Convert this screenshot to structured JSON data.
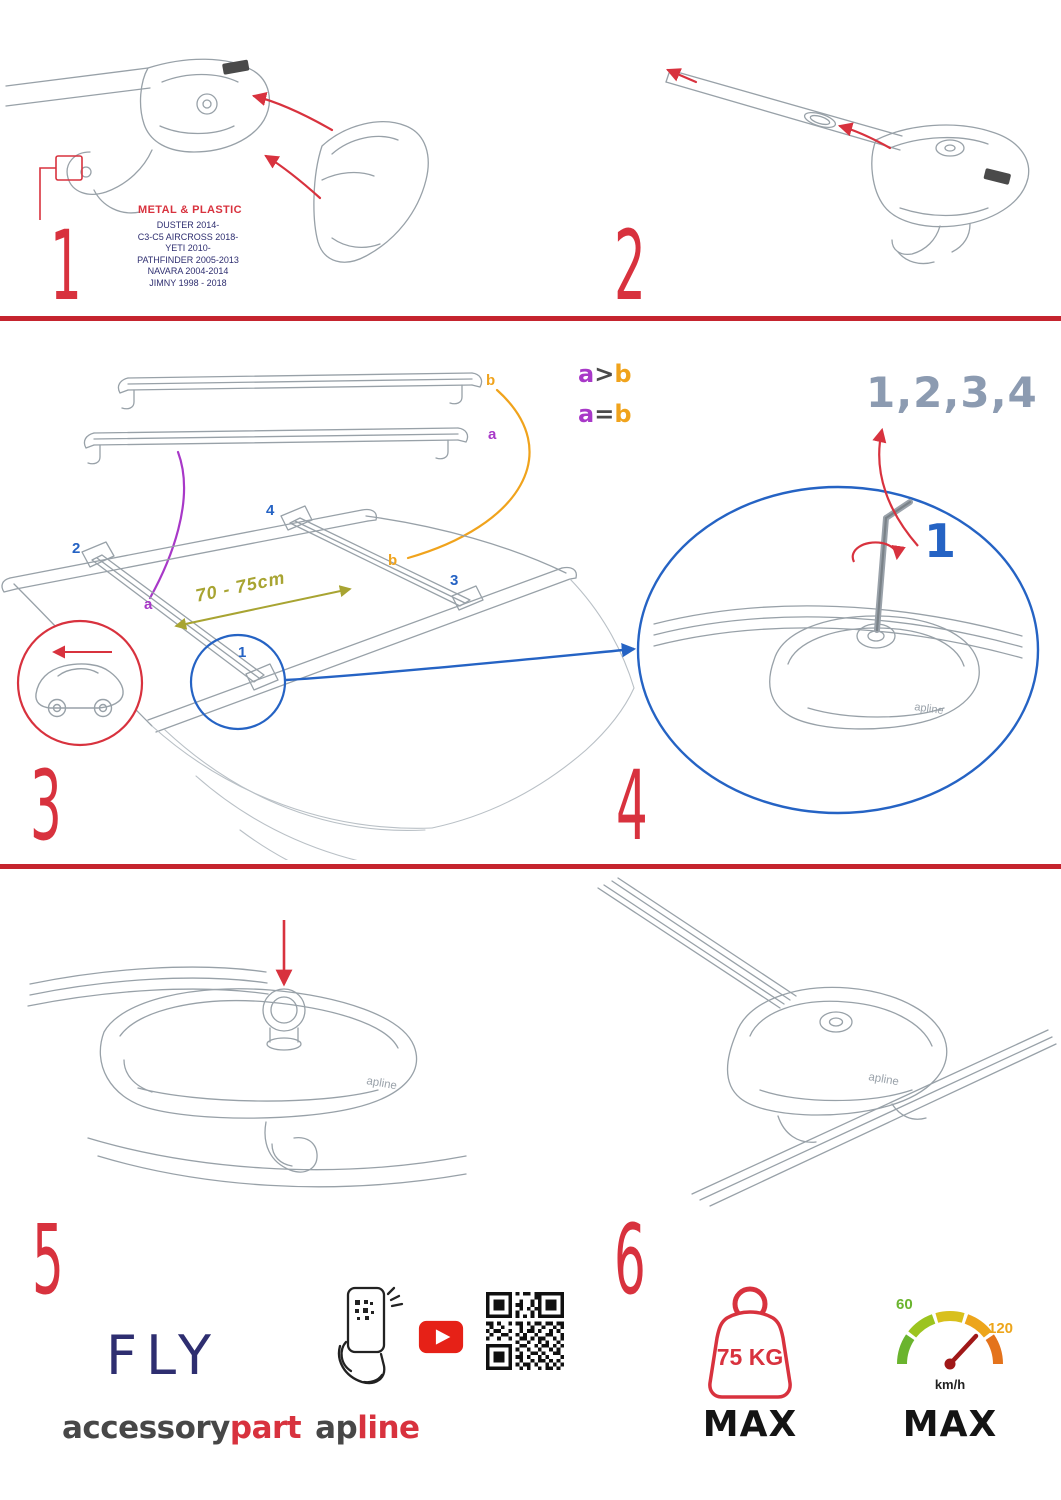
{
  "product_logo": "apline",
  "colors": {
    "accent_red": "#d8323e",
    "navy": "#2e2e70",
    "blue": "#2563c4",
    "purple": "#a838c8",
    "orange": "#f0a31c",
    "olive": "#a8a432",
    "slate": "#8c9bb1"
  },
  "step1": {
    "number": "1",
    "material_label": "METAL & PLASTIC",
    "models": [
      "DUSTER 2014-",
      "C3-C5 AIRCROSS 2018-",
      "YETI 2010-",
      "PATHFINDER 2005-2013",
      "NAVARA 2004-2014",
      "JIMNY 1998 - 2018"
    ]
  },
  "step2": {
    "number": "2"
  },
  "step3": {
    "number": "3",
    "measurement": "70 - 75cm",
    "bar_b_label": "b",
    "bar_a_label": "a",
    "rule1_left": "a",
    "rule1_op": ">",
    "rule1_right": "b",
    "rule2_left": "a",
    "rule2_op": "=",
    "rule2_right": "b",
    "pos1": "1",
    "pos2": "2",
    "pos3": "3",
    "pos4": "4",
    "roof_a": "a",
    "roof_b": "b"
  },
  "step4": {
    "number": "4",
    "sequence": "1,2,3,4",
    "callout": "1"
  },
  "step5": {
    "number": "5"
  },
  "step6": {
    "number": "6"
  },
  "footer": {
    "brand_fly": "FLY",
    "brand_accessory": "accessory",
    "brand_part": "part",
    "brand_ap": "ap",
    "brand_line": "line",
    "weight_value": "75 KG",
    "weight_max": "MAX",
    "speed_low": "60",
    "speed_high": "120",
    "speed_unit": "km/h",
    "speed_max": "MAX"
  }
}
